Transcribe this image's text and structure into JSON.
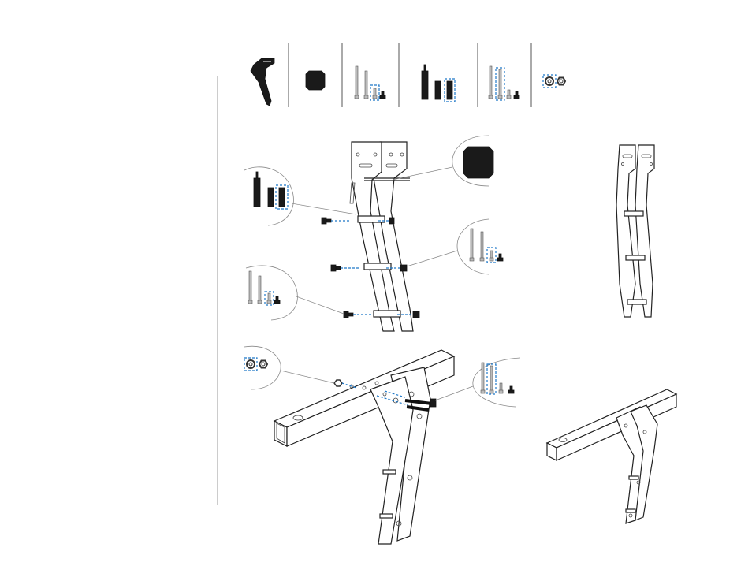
{
  "document": {
    "type": "assembly-instructions-page",
    "parts_bar_cells": [
      "bracket",
      "end-cap",
      "long-bolts-set",
      "spacer-set",
      "long-bolts-set-2",
      "nut-washer"
    ],
    "steps": [
      "bracket-spacer-assembly",
      "beam-mounting"
    ],
    "colors": {
      "line": "#222222",
      "highlight": "#1f78c8",
      "fill_dark": "#1a1a1a"
    }
  }
}
